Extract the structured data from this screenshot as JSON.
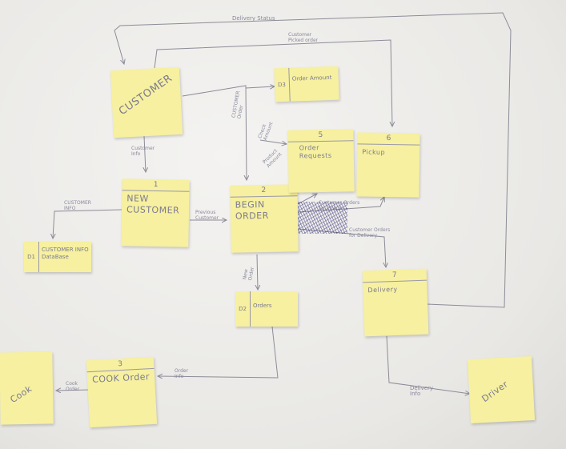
{
  "processes": {
    "customer": {
      "title": "CUSTOMER"
    },
    "new_customer": {
      "number": "1",
      "title": "NEW CUSTOMER"
    },
    "begin_order": {
      "number": "2",
      "title": "BEGIN ORDER"
    },
    "cook_order": {
      "number": "3",
      "title": "COOK Order"
    },
    "order_requests": {
      "number": "5",
      "title": "Order Requests"
    },
    "pickup": {
      "number": "6",
      "title": "Pickup"
    },
    "delivery": {
      "number": "7",
      "title": "Delivery"
    },
    "cook": {
      "title": "Cook"
    },
    "driver": {
      "title": "Driver"
    }
  },
  "stores": {
    "customer_info": {
      "id": "D1",
      "title": "CUSTOMER INFO DataBase"
    },
    "orders": {
      "id": "D2",
      "title": "Orders"
    },
    "order_amount": {
      "id": "D3",
      "title": "Order Amount"
    }
  },
  "flows": {
    "delivery_status": "Delivery Status",
    "customer_picked_order": "Customer Picked order",
    "customer_order": "CUSTOMER Order",
    "check_amount": "Check Amount",
    "product_amount": "Product Amount",
    "customer_info": "Customer Info",
    "customer_info_store": "CUSTOMER INFO",
    "previous_customer": "Previous Customer",
    "new_order": "New Order",
    "order_info": "Order Info",
    "cook_order": "Cook Order",
    "customer_orders_pickup": "Customer Orders for Pickup",
    "customer_orders_delivery": "Customer Orders for Delivery",
    "delivery_info": "Delivery Info"
  },
  "colors": {
    "note": "#f6f0a0",
    "pencil": "#8d8c98",
    "pen": "#2e2a78"
  }
}
